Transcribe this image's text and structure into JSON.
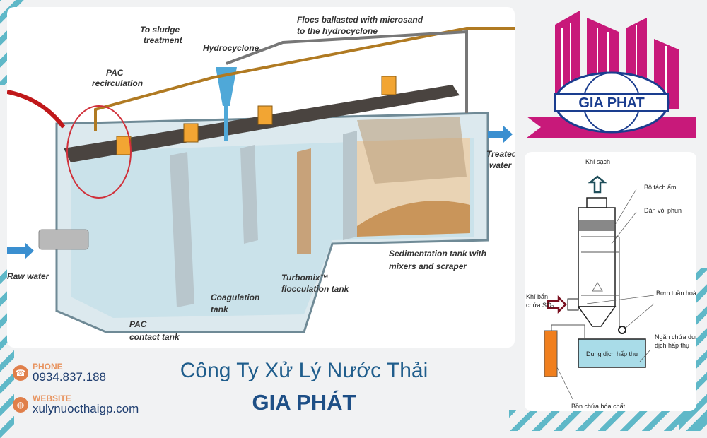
{
  "diagram": {
    "labels": {
      "to_sludge_1": "To sludge",
      "to_sludge_2": "treatment",
      "hydrocyclone": "Hydrocyclone",
      "pac_recirc_1": "PAC",
      "pac_recirc_2": "recirculation",
      "flocs_1": "Flocs ballasted with microsand",
      "flocs_2": "to the hydrocyclone",
      "treated_1": "Treated",
      "treated_2": "water",
      "raw_water": "Raw water",
      "sed_1": "Sedimentation tank with",
      "sed_2": "mixers and scraper",
      "turbo_1": "Turbomix™",
      "turbo_2": "flocculation tank",
      "coag_1": "Coagulation",
      "coag_2": "tank",
      "pac_contact_1": "PAC",
      "pac_contact_2": "contact tank"
    }
  },
  "logo": {
    "text": "GIA PHAT",
    "color": "#c8197a"
  },
  "scrubber": {
    "clean_air": "Khí sạch",
    "demister": "Bộ tách ẩm",
    "spray": "Dàn vòi phun",
    "dirty_air_1": "Khí bẩn",
    "dirty_air_2": "chứa SO₂",
    "pump": "Bơm tuần hoàn",
    "tank_1": "Ngăn chứa dung",
    "tank_2": "dịch hấp thụ",
    "solution": "Dung dịch hấp thụ",
    "chemical_tank": "Bồn chứa hóa chất"
  },
  "contact": {
    "phone_title": "PHONE",
    "phone": "0934.837.188",
    "website_title": "WEBSITE",
    "website": "xulynuocthaigp.com"
  },
  "company": {
    "line1": "Công Ty Xử Lý Nước Thải",
    "line2": "GIA PHÁT"
  }
}
